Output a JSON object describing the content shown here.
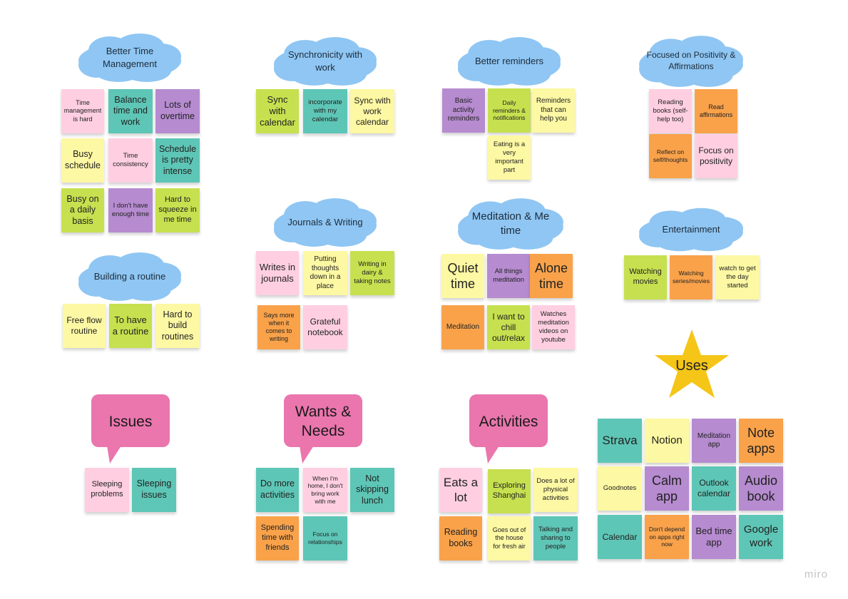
{
  "colors": {
    "cloud": "#8fc6f3",
    "bubble": "#ea76ad",
    "star": "#f5c518",
    "pink": "#ffcfe1",
    "teal": "#5ec6b6",
    "purple": "#b68bd0",
    "yellow": "#fdf8a3",
    "lime": "#c7e04f",
    "orange": "#f9a24a"
  },
  "clusters": {
    "better_time": {
      "title": "Better Time Management",
      "notes": [
        "Time management is hard",
        "Balance time and work",
        "Lots of overtime",
        "Busy schedule",
        "Time consistency",
        "Schedule is pretty intense",
        "Busy on a daily basis",
        "I don't have enough time",
        "Hard to squeeze in me time"
      ]
    },
    "building_routine": {
      "title": "Building a routine",
      "notes": [
        "Free flow routine",
        "To have a routine",
        "Hard to build routines"
      ]
    },
    "synchronicity": {
      "title": "Synchronicity with work",
      "notes": [
        "Sync with calendar",
        "incorporate with my calendar",
        "Sync with work calendar"
      ]
    },
    "journals": {
      "title": "Journals & Writing",
      "notes": [
        "Writes in journals",
        "Putting thoughts down in a place",
        "Writing in dairy & taking notes",
        "Says more when it comes to writing",
        "Grateful notebook"
      ]
    },
    "reminders": {
      "title": "Better reminders",
      "notes": [
        "Basic activity reminders",
        "Daily reminders & notifications",
        "Reminders that can help you",
        "Eating is a very important part"
      ]
    },
    "meditation": {
      "title": "Meditation & Me time",
      "notes": [
        "Quiet time",
        "All things meditation",
        "Alone time",
        "Meditation",
        "I want to chill out/relax",
        "Watches meditation videos on youtube"
      ]
    },
    "positivity": {
      "title": "Focused on Positivity & Affirmations",
      "notes": [
        "Reading books (self-help too)",
        "Read affirmations",
        "Reflect on self/thoughts",
        "Focus on positivity"
      ]
    },
    "entertainment": {
      "title": "Entertainment",
      "notes": [
        "Watching movies",
        "Watching series/movies",
        "watch to get the day started"
      ]
    },
    "issues": {
      "title": "Issues",
      "notes": [
        "Sleeping problems",
        "Sleeping issues"
      ]
    },
    "wants": {
      "title": "Wants & Needs",
      "notes": [
        "Do more activities",
        "When I'm home, I don't bring work with me",
        "Not skipping lunch",
        "Spending time with friends",
        "Focus on relationships"
      ]
    },
    "activities": {
      "title": "Activities",
      "notes": [
        "Eats a lot",
        "Exploring Shanghai",
        "Does a lot of physical activities",
        "Reading books",
        "Goes out of the house for fresh air",
        "Talking and sharing to people"
      ]
    },
    "uses": {
      "title": "Uses",
      "notes": [
        "Strava",
        "Notion",
        "Meditation app",
        "Note apps",
        "Goodnotes",
        "Calm app",
        "Outlook calendar",
        "Audio book",
        "Calendar",
        "Don't depend on apps right now",
        "Bed time app",
        "Google work"
      ]
    }
  },
  "branding": {
    "logo": "miro"
  }
}
